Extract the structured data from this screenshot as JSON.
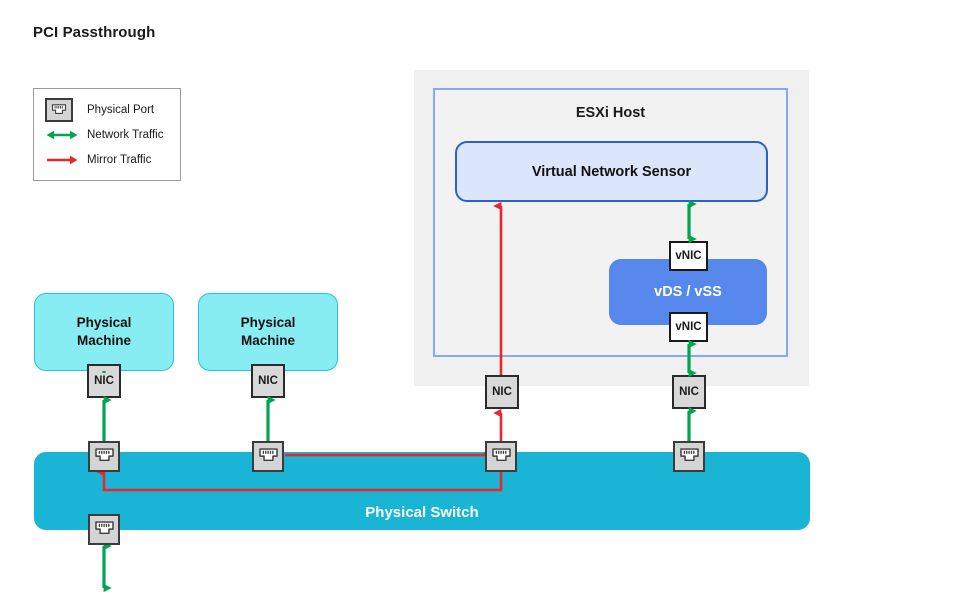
{
  "page": {
    "title": "PCI Passthrough",
    "background": "#ffffff"
  },
  "colors": {
    "network_traffic": "#00a550",
    "mirror_traffic": "#e8262b",
    "physical_machine_fill": "#87edf2",
    "physical_machine_border": "#27c3d6",
    "physical_switch_fill": "#1ab4d4",
    "esxi_outer_fill": "#f0f0f0",
    "esxi_inner_border": "#88a9f0",
    "sensor_fill": "#dce6fb",
    "sensor_border": "#2962c4",
    "vds_fill": "#5688ec",
    "nic_fill": "#d9d9d9",
    "port_fill": "#d4d4d4",
    "port_border": "#3c3c3c"
  },
  "legend": {
    "items": [
      {
        "icon": "physical-port-icon",
        "label": "Physical Port",
        "type": "port"
      },
      {
        "icon": "network-traffic-arrow-icon",
        "label": "Network Traffic",
        "type": "double-arrow",
        "color": "#00a550"
      },
      {
        "icon": "mirror-traffic-arrow-icon",
        "label": "Mirror Traffic",
        "type": "single-arrow",
        "color": "#e8262b"
      }
    ]
  },
  "esxi": {
    "label": "ESXi Host",
    "sensor": {
      "label": "Virtual Network Sensor"
    },
    "vswitch": {
      "label": "vDS / vSS"
    },
    "vnics": [
      {
        "label": "vNIC",
        "position": "top"
      },
      {
        "label": "vNIC",
        "position": "bottom"
      }
    ],
    "host_nics": [
      {
        "label": "NIC",
        "role": "passthrough-mirror"
      },
      {
        "label": "NIC",
        "role": "management-network"
      }
    ]
  },
  "physical_machines": [
    {
      "line1": "Physical",
      "line2": "Machine",
      "nic": "NIC"
    },
    {
      "line1": "Physical",
      "line2": "Machine",
      "nic": "NIC"
    }
  ],
  "switch": {
    "label": "Physical Switch",
    "ports": [
      {
        "name": "port-pm1",
        "traffic": "network"
      },
      {
        "name": "port-pm2",
        "traffic": "network"
      },
      {
        "name": "port-mirror-destination",
        "traffic": "mirror"
      },
      {
        "name": "port-esxi-mgmt",
        "traffic": "network"
      },
      {
        "name": "port-uplink",
        "traffic": "network"
      }
    ]
  }
}
